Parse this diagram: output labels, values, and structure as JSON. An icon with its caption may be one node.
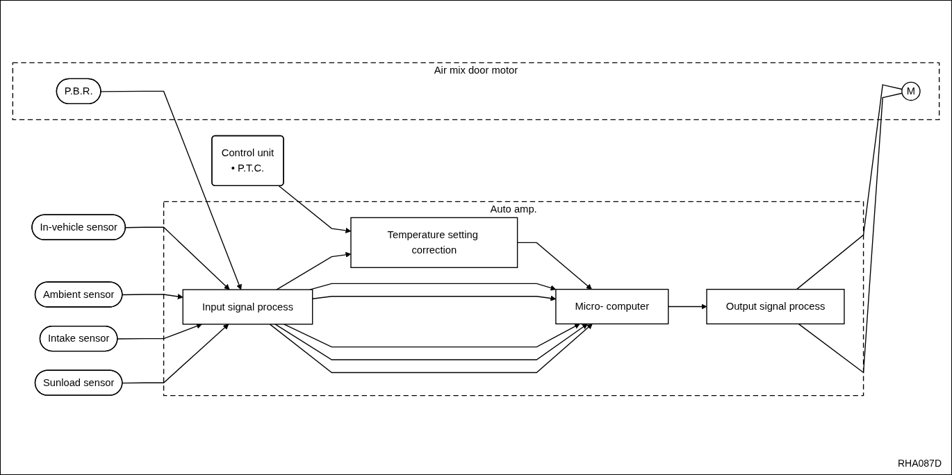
{
  "diagram": {
    "nodes": [
      {
        "text": [
          "In-vehicle sensor"
        ]
      },
      {
        "text": [
          "Ambient sensor"
        ]
      },
      {
        "text": [
          "Intake sensor"
        ]
      },
      {
        "text": [
          "Sunload sensor"
        ]
      },
      {
        "text": [
          "Control unit",
          "• P.T.C."
        ]
      },
      {
        "text": [
          "Auto amp."
        ]
      },
      {
        "text": [
          "Input signal process"
        ],
        "in": 5
      },
      {
        "text": [
          "Micro- computer"
        ],
        "in": 5
      },
      {
        "text": [
          "Temperature setting correction"
        ],
        "in": 5
      },
      {
        "text": [
          "Output signal process"
        ],
        "in": 5
      },
      {
        "text": [
          "Air mix door motor"
        ]
      },
      {
        "text": [
          "P.B.R."
        ],
        "in": 10
      },
      {
        "text": [
          "M"
        ],
        "in": 10
      }
    ],
    "edges": [
      {
        "from": 0,
        "to": 6,
        "arrow": "to"
      },
      {
        "from": 1,
        "to": 6,
        "arrow": "to"
      },
      {
        "from": 2,
        "to": 6,
        "arrow": "to"
      },
      {
        "from": 3,
        "to": 6,
        "arrow": "to"
      },
      {
        "from": 4,
        "to": 8,
        "arrow": "to"
      },
      {
        "from": 6,
        "to": 7,
        "arrow": "to"
      },
      {
        "from": 6,
        "to": 7,
        "arrow": "to"
      },
      {
        "from": 6,
        "to": 7,
        "arrow": "to"
      },
      {
        "from": 6,
        "to": 7,
        "arrow": "to"
      },
      {
        "from": 6,
        "to": 7,
        "arrow": "to"
      },
      {
        "from": 6,
        "to": 8,
        "arrow": "to"
      },
      {
        "from": 8,
        "to": 7,
        "arrow": "to"
      },
      {
        "from": 7,
        "to": 9,
        "arrow": "to"
      },
      {
        "from": 9,
        "to": 12,
        "arrow": "none"
      },
      {
        "from": 9,
        "to": 12,
        "arrow": "none"
      },
      {
        "from": 11,
        "to": 6,
        "arrow": "to"
      }
    ],
    "labels": [
      "RHA087D"
    ]
  }
}
